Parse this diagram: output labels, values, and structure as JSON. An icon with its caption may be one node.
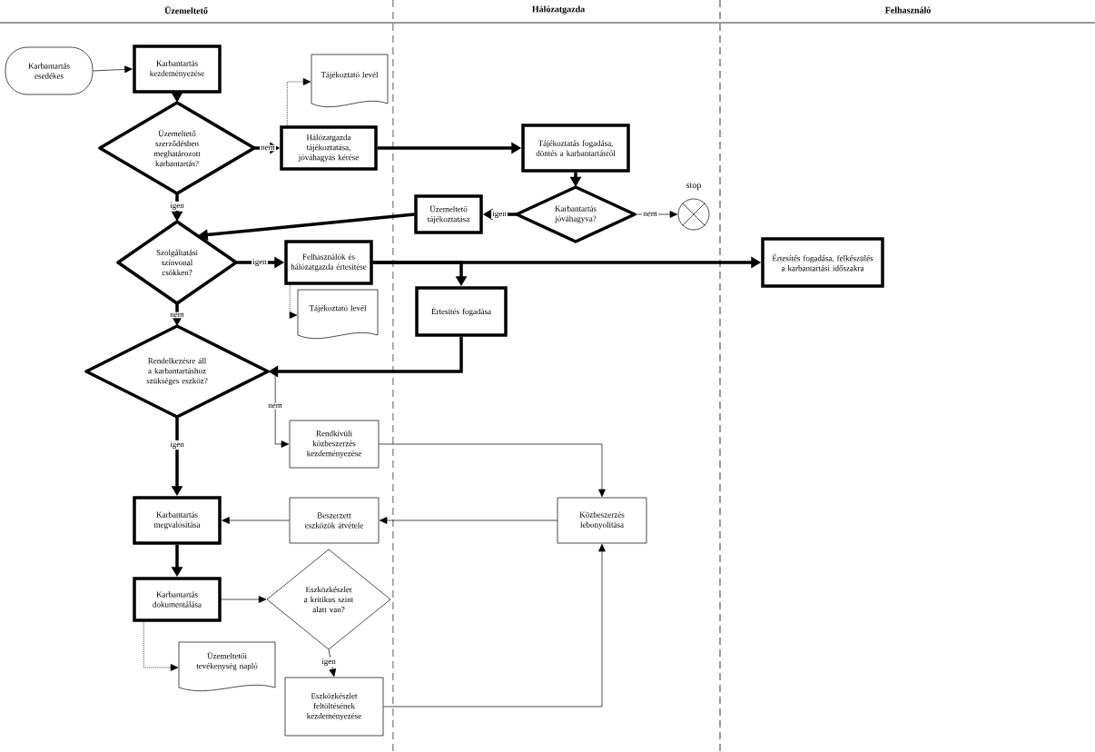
{
  "diagram": {
    "nodes": [
      {
        "text": [
          "Karbantartás esedékes"
        ]
      },
      {
        "text": [
          "Karbantartás kezdeményezése"
        ]
      },
      {
        "text": [
          "Tájékoztató levél"
        ]
      },
      {
        "text": [
          "Üzemeltető szerződésben meghatározott karbantartás?"
        ]
      },
      {
        "text": [
          "Hálózatgazda tájékoztatása, jóváhagyás kérése"
        ]
      },
      {
        "text": [
          "Tájékoztatás fogadása, döntés a karbantartásról"
        ]
      },
      {
        "text": [
          "Karbantartás jóváhagyva?"
        ]
      },
      {
        "text": [
          "Üzemeltető tájékoztatása"
        ]
      },
      {
        "text": [],
        "shape": "circle",
        "beside": [
          "stop"
        ]
      },
      {
        "text": [
          "Szolgáltatási színvonal csökken?"
        ]
      },
      {
        "text": [
          "Felhasználók és hálózatgazda értesítése"
        ]
      },
      {
        "text": [
          "Értesítés fogadása, felkészülés a karbantartási időszakra"
        ]
      },
      {
        "text": [
          "Tájékoztató levél"
        ]
      },
      {
        "text": [
          "Értesítés fogadása"
        ]
      },
      {
        "text": [
          "Rendelkezésre áll a karbantartáshoz szükséges eszköz?"
        ]
      },
      {
        "text": [
          "Rendkívüli közbeszerzés kezdeményezése"
        ]
      },
      {
        "text": [
          "Karbantartás megvalósítása"
        ]
      },
      {
        "text": [
          "Beszerzett eszközök átvétele"
        ]
      },
      {
        "text": [
          "Közbeszerzés lebonyolítása"
        ]
      },
      {
        "text": [
          "Karbantartás dokumentálása"
        ]
      },
      {
        "text": [
          "Eszközkészlet a kritikus szint alatt van?"
        ]
      },
      {
        "text": [
          "Üzemeltetői tevékenység napló"
        ]
      },
      {
        "text": [
          "Eszközkészlet feltöltésének kezdeményezése"
        ]
      }
    ],
    "edges": [
      {
        "from": 0,
        "to": 1,
        "arrow": "to"
      },
      {
        "from": 1,
        "to": 3,
        "arrow": "to"
      },
      {
        "from": 3,
        "to": 4,
        "arrow": "to",
        "label": "nem"
      },
      {
        "from": 4,
        "to": 2,
        "arrow": "to",
        "style": "dashed"
      },
      {
        "from": 3,
        "to": 9,
        "arrow": "to",
        "label": "igen"
      },
      {
        "from": 4,
        "to": 5,
        "arrow": "to"
      },
      {
        "from": 5,
        "to": 6,
        "arrow": "to"
      },
      {
        "from": 6,
        "to": 7,
        "arrow": "to",
        "label": "igen"
      },
      {
        "from": 6,
        "to": 8,
        "arrow": "to",
        "label": "nem"
      },
      {
        "from": 7,
        "to": 9,
        "arrow": "to"
      },
      {
        "from": 9,
        "to": 10,
        "arrow": "to",
        "label": "igen"
      },
      {
        "from": 10,
        "to": 11,
        "arrow": "to"
      },
      {
        "from": 10,
        "to": 13,
        "arrow": "to"
      },
      {
        "from": 10,
        "to": 12,
        "arrow": "to",
        "style": "dashed"
      },
      {
        "from": 9,
        "to": 14,
        "arrow": "to",
        "label": "nem"
      },
      {
        "from": 13,
        "to": 14,
        "arrow": "to"
      },
      {
        "from": 14,
        "to": 15,
        "arrow": "to",
        "label": "nem"
      },
      {
        "from": 14,
        "to": 16,
        "arrow": "to",
        "label": "igen"
      },
      {
        "from": 15,
        "to": 18,
        "arrow": "to"
      },
      {
        "from": 18,
        "to": 17,
        "arrow": "to"
      },
      {
        "from": 17,
        "to": 16,
        "arrow": "to"
      },
      {
        "from": 16,
        "to": 19,
        "arrow": "to"
      },
      {
        "from": 19,
        "to": 20,
        "arrow": "to"
      },
      {
        "from": 19,
        "to": 21,
        "arrow": "to",
        "style": "dashed"
      },
      {
        "from": 20,
        "to": 22,
        "arrow": "to",
        "label": "igen"
      },
      {
        "from": 22,
        "to": 18,
        "arrow": "to"
      }
    ],
    "labels": [
      "Üzemeltető",
      "Hálózatgazda",
      "Felhasználó"
    ]
  }
}
